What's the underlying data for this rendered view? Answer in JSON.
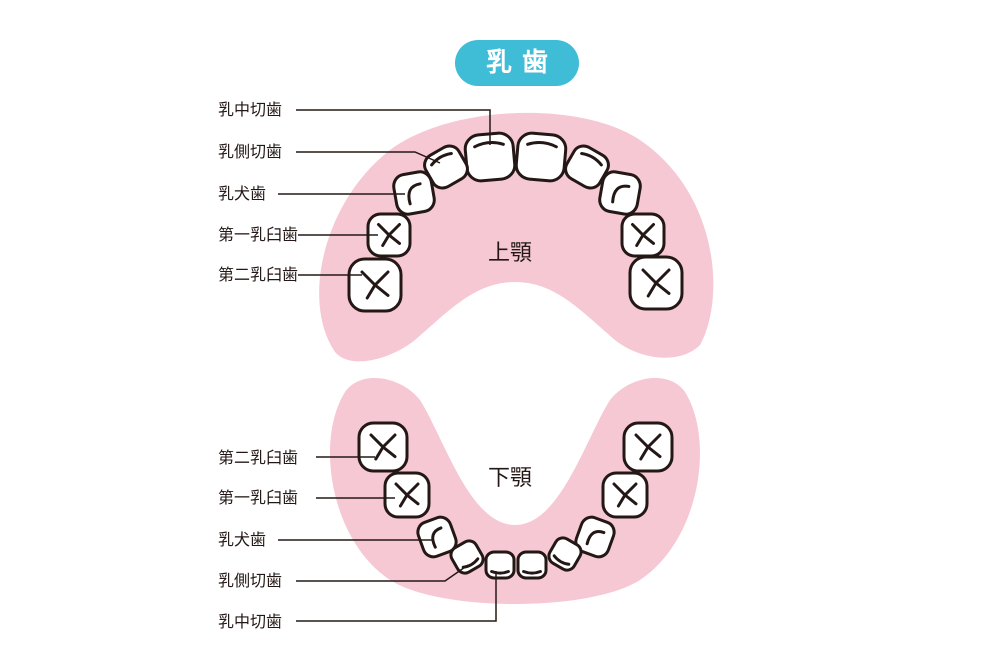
{
  "title": "乳歯",
  "colors": {
    "gum": "#f6c8d3",
    "title_bg": "#3fbcd6",
    "line": "#231815"
  },
  "upper": {
    "name": "上顎",
    "labels": [
      "乳中切歯",
      "乳側切歯",
      "乳犬歯",
      "第一乳臼歯",
      "第二乳臼歯"
    ]
  },
  "lower": {
    "name": "下顎",
    "labels": [
      "第二乳臼歯",
      "第一乳臼歯",
      "乳犬歯",
      "乳側切歯",
      "乳中切歯"
    ]
  }
}
